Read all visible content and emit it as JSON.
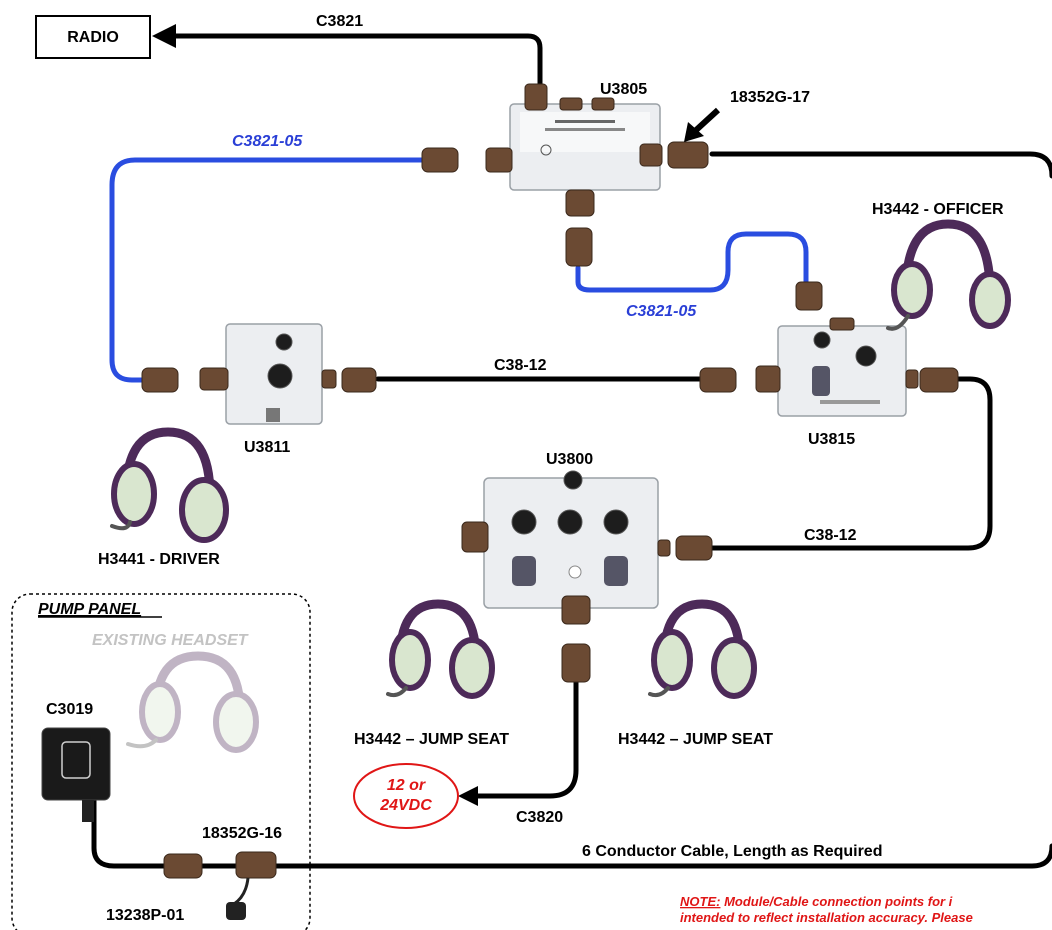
{
  "radio": {
    "label": "RADIO"
  },
  "cables": {
    "c3821": "C3821",
    "c3821_05_top": "C3821-05",
    "c3821_05_right": "C3821-05",
    "c38_12_top": "C38-12",
    "c38_12_right": "C38-12",
    "c3820": "C3820",
    "six_conductor": "6 Conductor Cable, Length as Required"
  },
  "modules": {
    "u3805": "U3805",
    "u3811": "U3811",
    "u3815": "U3815",
    "u3800": "U3800"
  },
  "parts": {
    "p18352g_17": "18352G-17",
    "p18352g_16": "18352G-16",
    "p13238p_01": "13238P-01",
    "c3019": "C3019"
  },
  "headsets": {
    "officer": "H3442 - OFFICER",
    "driver": "H3441 - DRIVER",
    "jump_seat_left": "H3442 – JUMP SEAT",
    "jump_seat_right": "H3442 – JUMP SEAT",
    "existing": "EXISTING HEADSET"
  },
  "power": {
    "line1": "12 or",
    "line2": "24VDC"
  },
  "pump_panel": {
    "title": "PUMP PANEL"
  },
  "note": {
    "prefix": "NOTE:",
    "line1": " Module/Cable connection points for i",
    "line2": "intended to reflect installation accuracy. Please"
  },
  "colors": {
    "cable": "#000000",
    "blue_cable": "#2a4de0",
    "power": "#e01616",
    "headset_band": "#4d2a59"
  }
}
